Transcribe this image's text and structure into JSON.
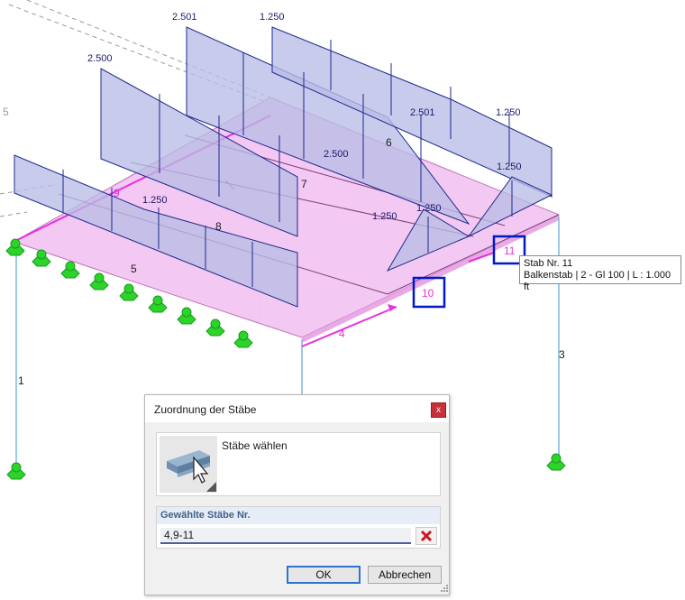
{
  "scene": {
    "load_values": {
      "beam9_left": "2.500",
      "beam9_right": "1.250",
      "beam_mid_left": "2.501",
      "beam_mid_right": "1.250",
      "beam6_left": "2.501",
      "beam6_right": "1.250",
      "beam7_mid": "2.500",
      "beam7_right": "1.250",
      "beam10_peak": "1.250",
      "beam11_peak": "1.250"
    },
    "member_labels": {
      "m1": "1",
      "m3": "3",
      "m4": "4",
      "m5_left": "5",
      "m5": "5",
      "m6": "6",
      "m7": "7",
      "m8": "8",
      "m9": "9",
      "m10": "10",
      "m11": "11"
    },
    "colors": {
      "surface": "#f3c4f1",
      "selected_member": "#e830e0",
      "load_fill": "#b9bde6",
      "load_stroke": "#1e2a8c",
      "support": "#2bd32b",
      "column": "#7ab8e6",
      "highlight_box": "#0018c8"
    }
  },
  "tooltip": {
    "line1": "Stab Nr. 11",
    "line2": "Balkenstab | 2 - Gl 100 | L : 1.000 ft"
  },
  "dialog": {
    "title": "Zuordnung der Stäbe",
    "close_label": "x",
    "select_label": "Stäbe wählen",
    "section_title": "Gewählte Stäbe Nr.",
    "members_value": "4,9-11",
    "ok_label": "OK",
    "cancel_label": "Abbrechen",
    "icons": {
      "pick": "beam-pick-icon",
      "clear": "clear-x-icon",
      "close": "close-icon"
    }
  }
}
